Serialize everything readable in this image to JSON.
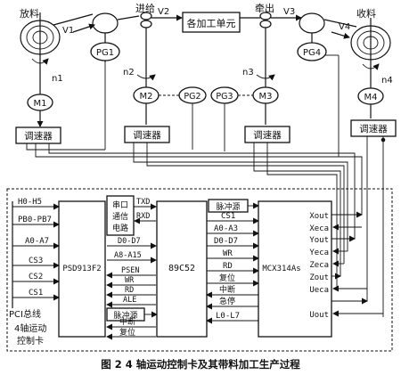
{
  "top": {
    "unwind_label": "放料",
    "feed_label": "进给",
    "processing_unit": "各加工单元",
    "pull_label": "牵出",
    "rewind_label": "收料",
    "speeds": [
      "V1",
      "V2",
      "V3",
      "V4"
    ],
    "encoders": [
      "PG1",
      "PG2",
      "PG3",
      "PG4"
    ],
    "motors": [
      "M1",
      "M2",
      "M3",
      "M4"
    ],
    "rotations": [
      "n1",
      "n2",
      "n3",
      "n4"
    ],
    "drive": "调速器"
  },
  "card": {
    "psd_chip": "PSD913F2",
    "mcu_chip": "89C52",
    "mcx_chip": "MCX314As",
    "left_buses": [
      "H0-H5",
      "PB0-PB7",
      "A0-A7",
      "CS3",
      "CS2",
      "CS1"
    ],
    "pci_bus": "PCI总线",
    "card_title_line1": "4轴运动",
    "card_title_line2": "控制卡",
    "serial_line1": "串口",
    "serial_line2": "通信",
    "serial_line3": "电路",
    "txd": "TXD",
    "rxd": "RXD",
    "mid_buses": [
      "D0-D7",
      "A8-A15",
      "PSEN",
      "WR",
      "RD",
      "ALE"
    ],
    "pulse_source": "脉冲源",
    "interrupt": "中断",
    "reset": "复位",
    "right_buses": [
      "CS1",
      "A0-A3",
      "D0-D7",
      "WR",
      "RD",
      "复位",
      "中断",
      "急停",
      "L0-L7"
    ],
    "axis_signals": [
      "Xout",
      "Xeca",
      "Yout",
      "Yeca",
      "Zeca",
      "Zout",
      "Ueca",
      "Uout"
    ]
  },
  "caption": "图 2   4 轴运动控制卡及其带料加工生产过程"
}
